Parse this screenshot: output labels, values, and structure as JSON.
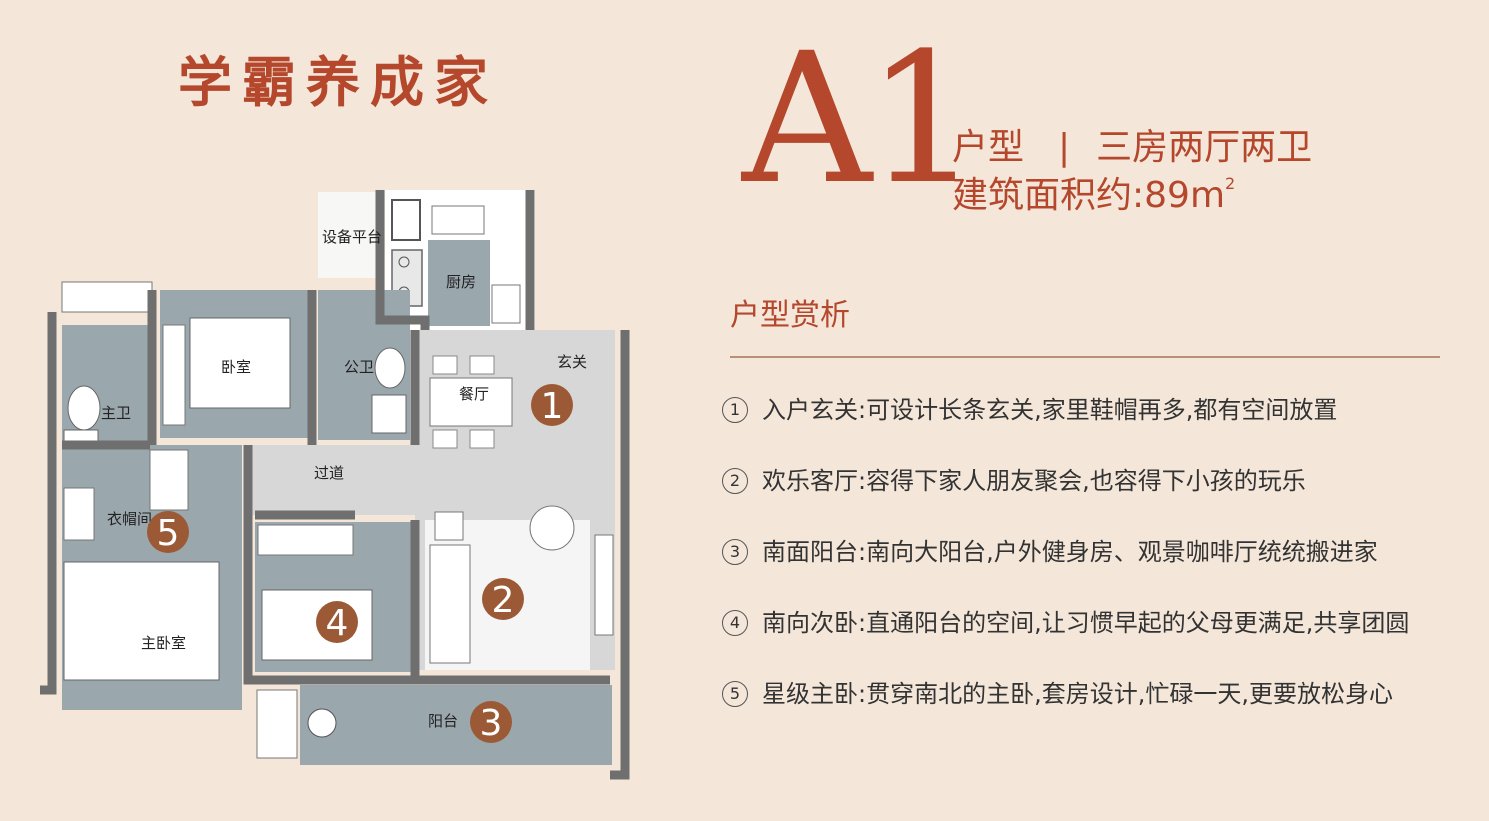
{
  "slogan": "学霸养成家",
  "unit_code": "A1",
  "unit_type_label": "户型",
  "separator": "|",
  "unit_layout": "三房两厅两卫",
  "area_label": "建筑面积约:",
  "area_value": "89m",
  "area_unit_sup": "2",
  "analysis_title": "户型赏析",
  "features": [
    {
      "num": "1",
      "name": "入户玄关:",
      "desc": "可设计长条玄关,家里鞋帽再多,都有空间放置"
    },
    {
      "num": "2",
      "name": "欢乐客厅:",
      "desc": "容得下家人朋友聚会,也容得下小孩的玩乐"
    },
    {
      "num": "3",
      "name": "南面阳台:",
      "desc": "南向大阳台,户外健身房、观景咖啡厅统统搬进家"
    },
    {
      "num": "4",
      "name": "南向次卧:",
      "desc": "直通阳台的空间,让习惯早起的父母更满足,共享团圆"
    },
    {
      "num": "5",
      "name": "星级主卧:",
      "desc": "贯穿南北的主卧,套房设计,忙碌一天,更要放松身心"
    }
  ],
  "rooms": {
    "equipment_platform": "设备平台",
    "kitchen": "厨房",
    "bedroom": "卧室",
    "public_bath": "公卫",
    "foyer": "玄关",
    "dining": "餐厅",
    "master_bath": "主卫",
    "corridor": "过道",
    "closet": "衣帽间",
    "master_bedroom": "主卧室",
    "balcony": "阳台"
  },
  "badges": [
    "1",
    "2",
    "3",
    "4",
    "5"
  ],
  "colors": {
    "brand_red": "#b4472c",
    "badge_brown": "#9b5a35",
    "wall": "#6f6f6f",
    "room_blue": "#9aa7ad",
    "floor_gray": "#d7d7d7",
    "background": "#f4e7da"
  }
}
